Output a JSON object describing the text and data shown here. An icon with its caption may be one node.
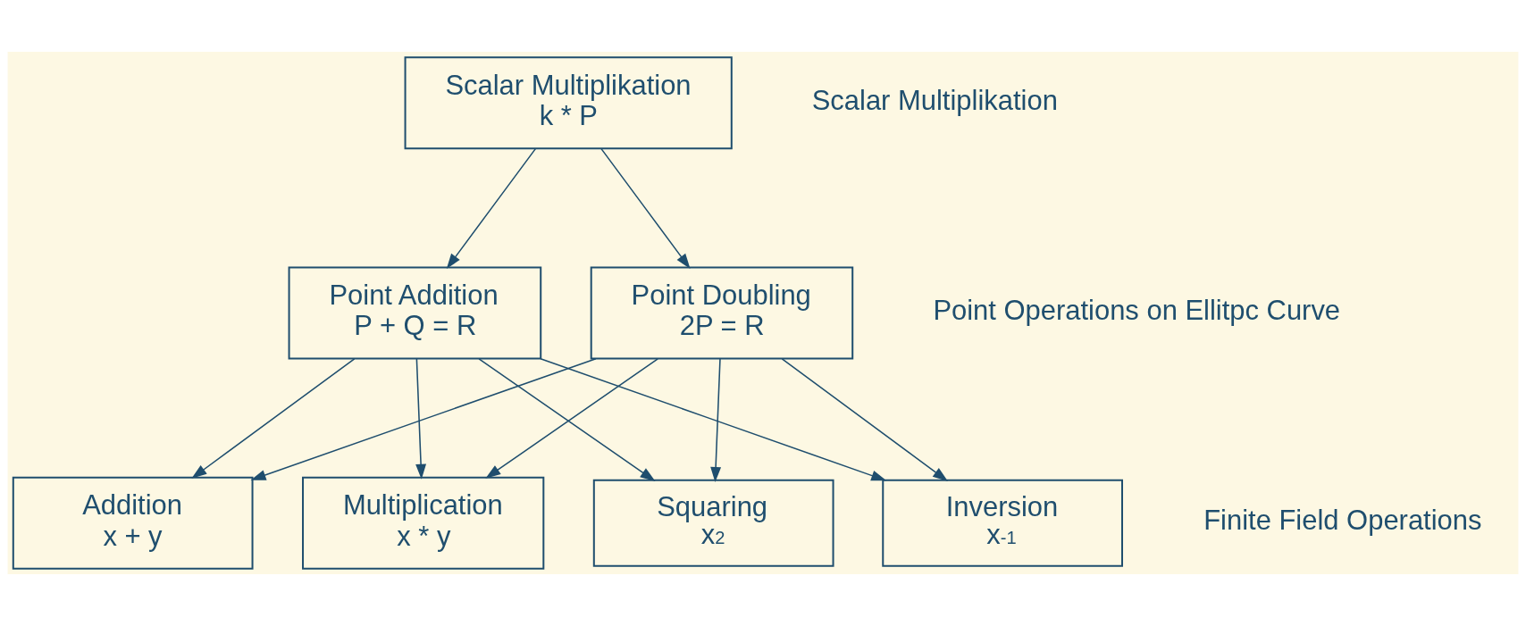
{
  "diagram": {
    "nodes": [
      {
        "text": [
          "Scalar Multiplikation",
          "k * P"
        ]
      },
      {
        "text": [
          "Point Addition",
          "P + Q = R"
        ]
      },
      {
        "text": [
          "Point Doubling",
          "2P = R"
        ]
      },
      {
        "text": [
          "Addition",
          "x + y"
        ]
      },
      {
        "text": [
          "Multiplication",
          "x * y"
        ]
      },
      {
        "text": [
          "Squaring",
          "x$^{2}$"
        ]
      },
      {
        "text": [
          "Inversion",
          "x$^{-1}$"
        ]
      }
    ],
    "edges": [
      {
        "from": 0,
        "to": 1,
        "arrow": "to"
      },
      {
        "from": 0,
        "to": 2,
        "arrow": "to"
      },
      {
        "from": 1,
        "to": 3,
        "arrow": "to"
      },
      {
        "from": 1,
        "to": 4,
        "arrow": "to"
      },
      {
        "from": 1,
        "to": 5,
        "arrow": "to"
      },
      {
        "from": 1,
        "to": 6,
        "arrow": "to"
      },
      {
        "from": 2,
        "to": 3,
        "arrow": "to"
      },
      {
        "from": 2,
        "to": 4,
        "arrow": "to"
      },
      {
        "from": 2,
        "to": 5,
        "arrow": "to"
      },
      {
        "from": 2,
        "to": 6,
        "arrow": "to"
      }
    ],
    "labels": [
      "Scalar Multiplikation",
      "Point Operations on Ellitpc Curve",
      "Finite Field Operations"
    ]
  }
}
